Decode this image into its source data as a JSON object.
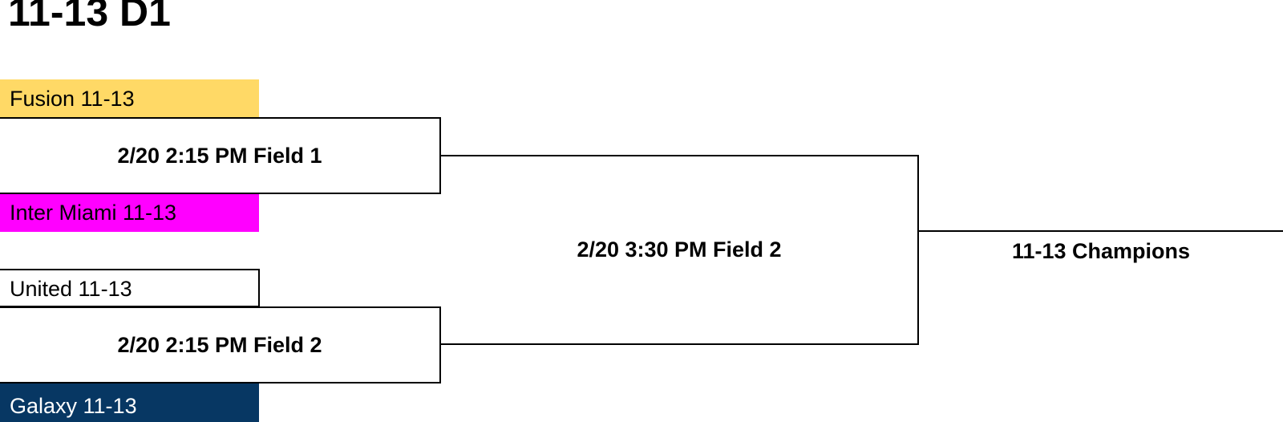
{
  "title": "11-13 D1",
  "teams": [
    {
      "name": "Fusion 11-13",
      "color": "#FFD966"
    },
    {
      "name": "Inter Miami 11-13",
      "color": "#FF00FF"
    },
    {
      "name": "United 11-13",
      "color": "#FFFFFF"
    },
    {
      "name": "Galaxy 11-13",
      "color": "#073763"
    }
  ],
  "matches": {
    "semi1": "2/20 2:15 PM Field 1",
    "semi2": "2/20 2:15 PM Field 2",
    "final": "2/20 3:30 PM Field 2"
  },
  "champion_label": "11-13 Champions"
}
